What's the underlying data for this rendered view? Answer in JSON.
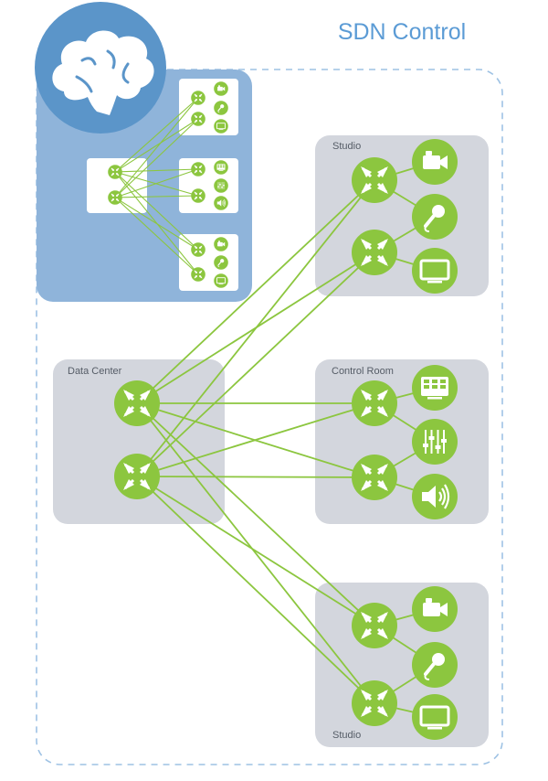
{
  "title": "SDN Control",
  "zones": {
    "studio_top": "Studio",
    "data_center": "Data Center",
    "control_room": "Control Room",
    "studio_bottom": "Studio"
  },
  "devices": {
    "studio_top": [
      "camera-icon",
      "microphone-icon",
      "monitor-icon"
    ],
    "control_room": [
      "multiviewer-icon",
      "audio-mixer-icon",
      "speaker-icon"
    ],
    "studio_bottom": [
      "camera-icon",
      "microphone-icon",
      "monitor-icon"
    ]
  },
  "colors": {
    "accent_green": "#8cc63f",
    "control_blue": "#8fb4da",
    "brain_blue": "#5b95c9",
    "zone_gray": "#d3d6dd",
    "boundary_dash": "#9ec2e4",
    "title_blue": "#5b9bd5"
  }
}
